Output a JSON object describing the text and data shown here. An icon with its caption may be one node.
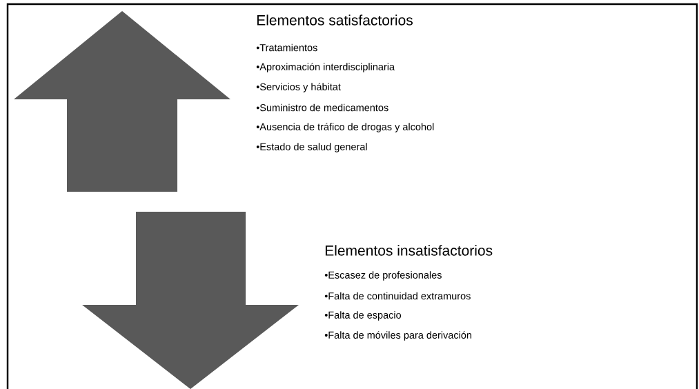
{
  "diagram": {
    "labels": [
      "Elementos satisfactorios",
      "•Tratamientos",
      "•Aproximación interdisciplinaria",
      "•Servicios y hábitat",
      "•Suministro de medicamentos",
      "•Ausencia de tráfico de drogas y alcohol",
      "•Estado de salud general",
      "Elementos insatisfactorios",
      "•Escasez de profesionales",
      "•Falta de continuidad extramuros",
      "•Falta de espacio",
      "•Falta de móviles para derivación"
    ]
  }
}
